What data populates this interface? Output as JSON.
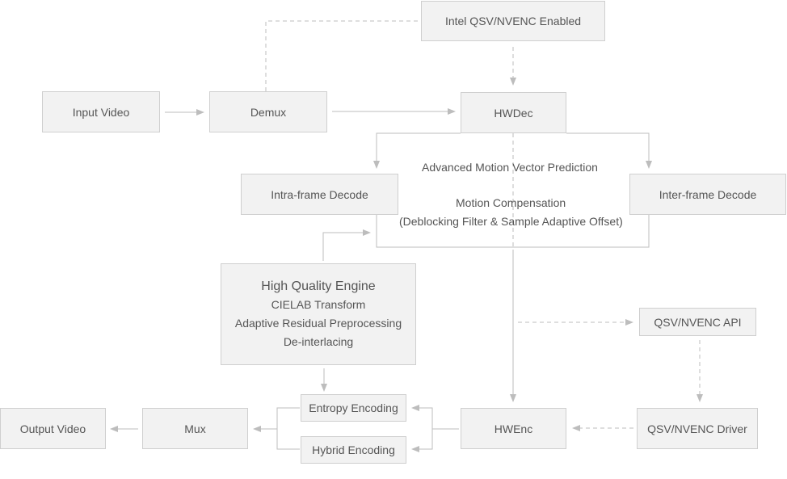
{
  "colors": {
    "box_fill": "#f2f2f2",
    "box_border": "#cfcfcf",
    "line": "#bdbdbd",
    "text": "#555555"
  },
  "nodes": {
    "intel": "Intel QSV/NVENC Enabled",
    "input_video": "Input Video",
    "demux": "Demux",
    "hwdec": "HWDec",
    "intra": "Intra-frame Decode",
    "inter": "Inter-frame Decode",
    "hq_title": "High Quality Engine",
    "hq_items": [
      "CIELAB Transform",
      "Adaptive Residual Preprocessing",
      "De-interlacing"
    ],
    "api": "QSV/NVENC API",
    "driver": "QSV/NVENC Driver",
    "hwenc": "HWEnc",
    "entropy": "Entropy Encoding",
    "hybrid": "Hybrid Encoding",
    "mux": "Mux",
    "output_video": "Output Video"
  },
  "labels": {
    "amvp": "Advanced Motion Vector Prediction",
    "mc": "Motion Compensation",
    "filters": "(Deblocking Filter & Sample Adaptive Offset)"
  }
}
